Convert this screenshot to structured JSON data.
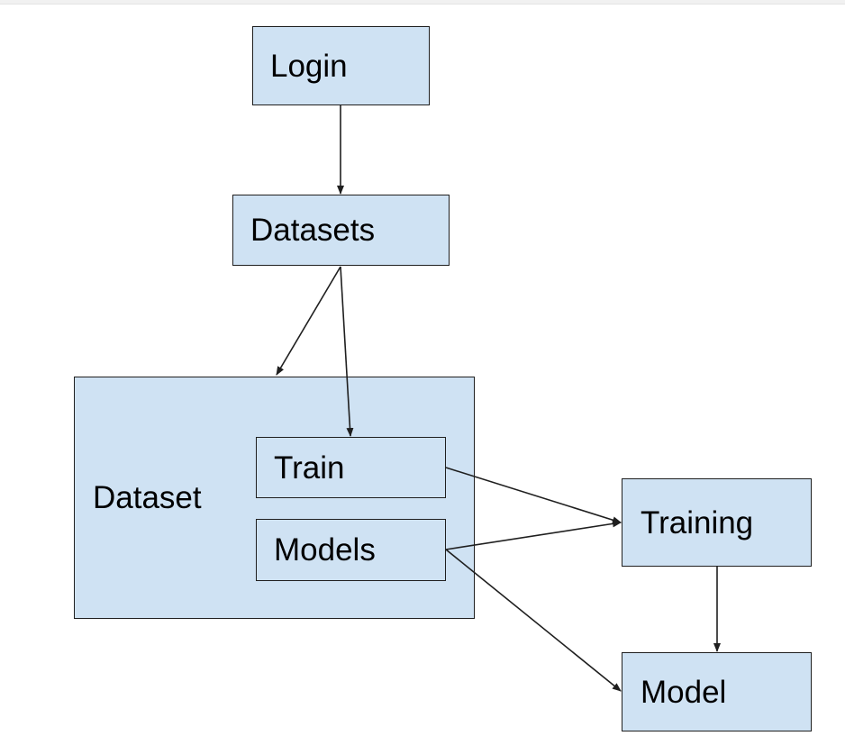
{
  "colors": {
    "node_fill": "#cfe2f3",
    "node_border": "#1f1f1f",
    "arrow": "#1f1f1f"
  },
  "nodes": {
    "login": "Login",
    "datasets": "Datasets",
    "dataset": "Dataset",
    "train": "Train",
    "models": "Models",
    "training": "Training",
    "model": "Model"
  },
  "edges": [
    {
      "from": "login",
      "to": "datasets"
    },
    {
      "from": "datasets",
      "to": "dataset"
    },
    {
      "from": "datasets",
      "to": "train"
    },
    {
      "from": "train",
      "to": "training"
    },
    {
      "from": "models",
      "to": "training"
    },
    {
      "from": "models",
      "to": "model"
    },
    {
      "from": "training",
      "to": "model"
    }
  ]
}
